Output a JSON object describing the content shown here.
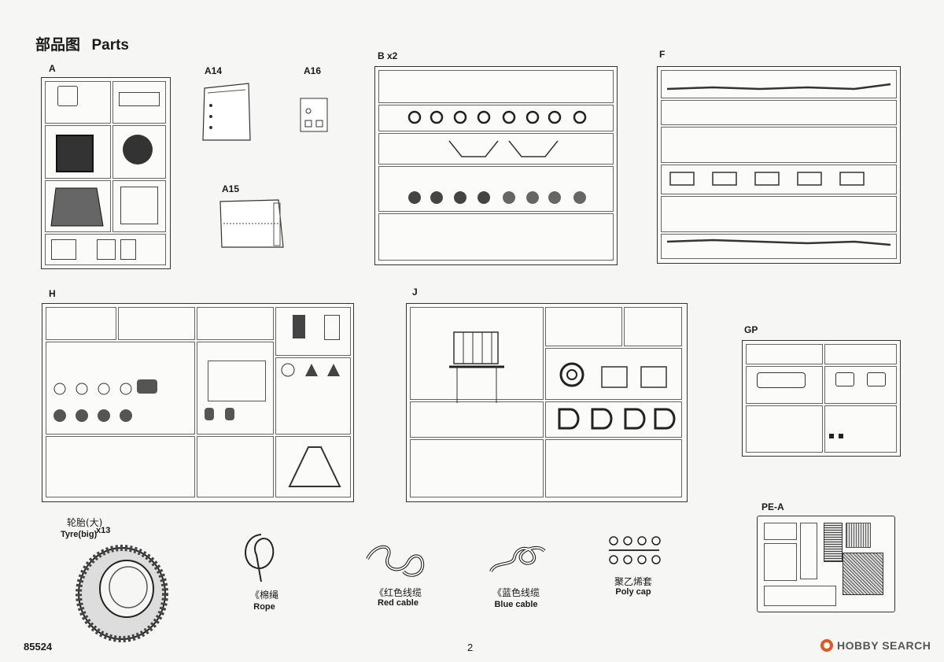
{
  "header": {
    "title_cn": "部品图",
    "title_en": "Parts"
  },
  "sprues": {
    "A": "A",
    "A14": "A14",
    "A16": "A16",
    "A15": "A15",
    "B": "B x2",
    "F": "F",
    "H": "H",
    "J": "J",
    "GP": "GP",
    "PEA": "PE-A"
  },
  "parts": {
    "tyre_cn": "轮胎(大)",
    "tyre_en": "Tyre(big)",
    "tyre_qty": "x13",
    "rope_cn": "《棉绳",
    "rope_en": "Rope",
    "red_cn": "《红色线缆",
    "red_en": "Red cable",
    "blue_cn": "《蓝色线缆",
    "blue_en": "Blue cable",
    "poly_cn": "聚乙烯套",
    "poly_en": "Poly cap"
  },
  "footer": {
    "code": "85524",
    "page": "2",
    "watermark": "HOBBY SEARCH"
  }
}
